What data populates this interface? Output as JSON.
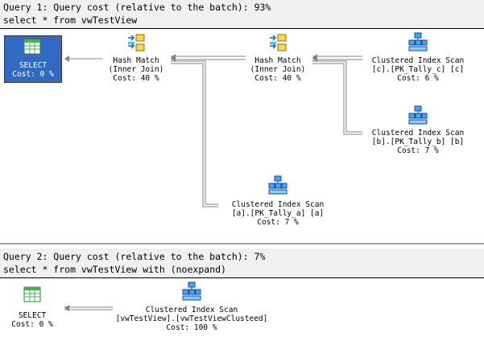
{
  "query1": {
    "header": "Query 1: Query cost (relative to the batch): 93%",
    "sql": "select * from vwTestView",
    "nodes": {
      "select": {
        "name": "SELECT",
        "cost": "Cost: 0 %"
      },
      "hash1": {
        "name": "Hash Match",
        "detail": "(Inner Join)",
        "cost": "Cost: 40 %"
      },
      "hash2": {
        "name": "Hash Match",
        "detail": "(Inner Join)",
        "cost": "Cost: 40 %"
      },
      "scan_c": {
        "name": "Clustered Index Scan",
        "detail": "[c].[PK_Tally_c] [c]",
        "cost": "Cost: 6 %"
      },
      "scan_b": {
        "name": "Clustered Index Scan",
        "detail": "[b].[PK_Tally_b] [b]",
        "cost": "Cost: 7 %"
      },
      "scan_a": {
        "name": "Clustered Index Scan",
        "detail": "[a].[PK_Tally_a] [a]",
        "cost": "Cost: 7 %"
      }
    }
  },
  "query2": {
    "header": "Query 2: Query cost (relative to the batch): 7%",
    "sql": "select * from vwTestView with (noexpand)",
    "nodes": {
      "select": {
        "name": "SELECT",
        "cost": "Cost: 0 %"
      },
      "scan": {
        "name": "Clustered Index Scan",
        "detail": "[vwTestView].[vwTestViewClusteed]",
        "cost": "Cost: 100 %"
      }
    }
  },
  "colors": {
    "selection": "#316ac5",
    "header_bg": "#f0f0f0",
    "arrow": "#808080"
  },
  "icons": {
    "select": "select-table-icon",
    "hash": "hash-match-icon",
    "scan": "clustered-index-scan-icon"
  }
}
